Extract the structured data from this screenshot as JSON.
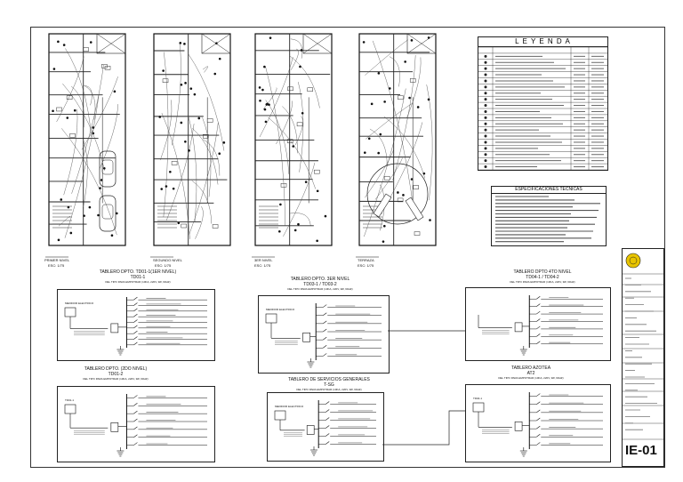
{
  "plans": [
    {
      "label": "PRIMER NIVEL",
      "scale": "ESC: 1/75"
    },
    {
      "label": "SEGUNDO NIVEL",
      "scale": "ESC: 1/75"
    },
    {
      "label": "3ER NIVEL",
      "scale": "ESC: 1/75"
    },
    {
      "label": "TERRAZA",
      "scale": "ESC: 1/75"
    }
  ],
  "legend": {
    "title": "L E Y E N D A",
    "rows": 20
  },
  "specs": {
    "title": "ESPECIFICACIONES TECNICAS",
    "lines": 14
  },
  "panels": [
    {
      "title": "TABLERO DPTO. TD01-1(1ER NIVEL)",
      "code": "TD01-1",
      "note": "DEL TIPO PARA EMPOTRAR (10KA, 220V, 3Ø, 60HZ)",
      "meter": "MEDIDOR ELECTRICO",
      "circuits": 9
    },
    {
      "title": "TABLERO DPTO. 3ER NIVEL",
      "code": "TD03-1 / TD03-2",
      "note": "DEL TIPO PARA EMPOTRAR (10KA, 220V, 3Ø, 60HZ)",
      "meter": "MEDIDOR ELECTRICO",
      "circuits": 7
    },
    {
      "title": "TABLERO DPTO 4TO NIVEL",
      "code": "TD04-1 / TD04-2",
      "note": "DEL TIPO PARA EMPOTRAR (10KA, 220V, 3Ø, 60HZ)",
      "meter": "",
      "circuits": 7
    },
    {
      "title": "TABLERO DPTO. (2DO NIVEL)",
      "code": "TD01-2",
      "note": "DEL TIPO PARA EMPOTRAR (10KA, 220V, 3Ø, 60HZ)",
      "meter": "TD01-1",
      "circuits": 7
    },
    {
      "title": "TABLERO DE SERVICIOS GENERALES",
      "code": "T-SG",
      "note": "DEL TIPO PARA EMPOTRAR (10KA, 220V, 3Ø, 60HZ)",
      "meter": "MEDIDOR ELECTRICO",
      "circuits": 6
    },
    {
      "title": "TABLERO AZOTEA",
      "code": "AT2",
      "note": "DEL TIPO PARA EMPOTRAR (10KA, 220V, 3Ø, 60HZ)",
      "meter": "TD04-1",
      "circuits": 7
    }
  ],
  "title_block": {
    "sheet_number": "IE-01"
  }
}
